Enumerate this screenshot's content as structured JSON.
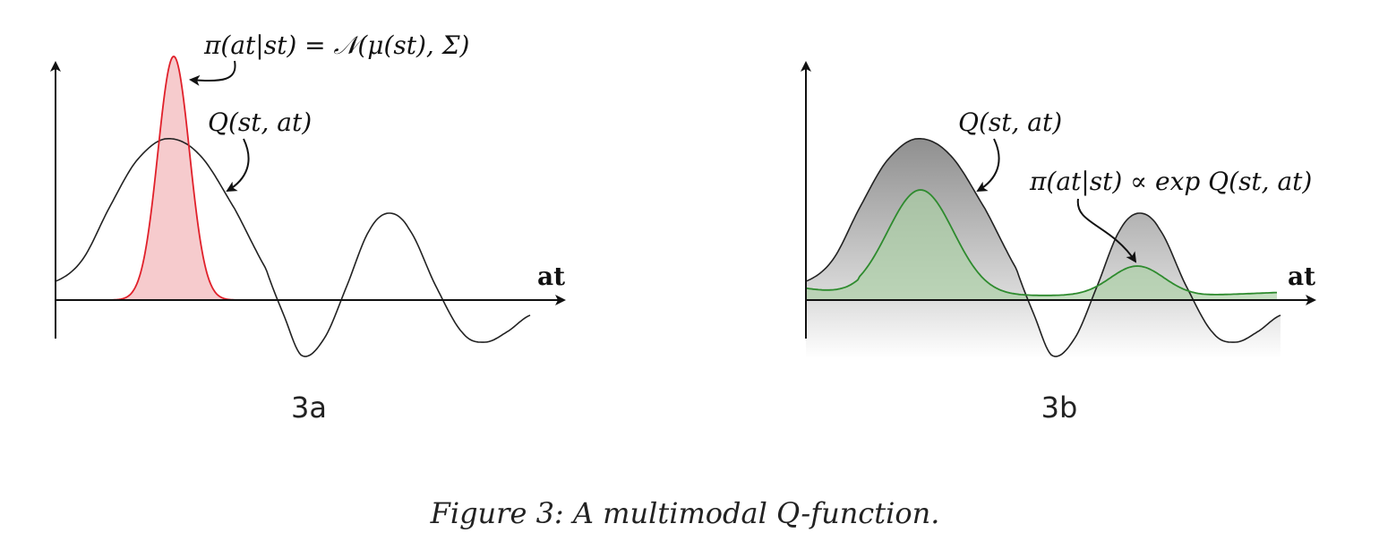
{
  "panels": [
    {
      "label": "3a",
      "q_label": "Q(st, at)",
      "policy_label": "π(at|st) = 𝒩(μ(st), Σ)",
      "axis_label": "at"
    },
    {
      "label": "3b",
      "q_label": "Q(st, at)",
      "policy_label": "π(at|st) ∝ exp Q(st, at)",
      "axis_label": "at"
    }
  ],
  "caption": "Figure 3: A multimodal Q-function.",
  "colors": {
    "q_curve": "#222222",
    "q_fill": "#9a9a9a",
    "gaussian": "#e0202a",
    "gaussian_fill": "#f3b9bc",
    "boltzmann": "#2e8b2e",
    "boltzmann_fill": "#a9cfa3"
  }
}
